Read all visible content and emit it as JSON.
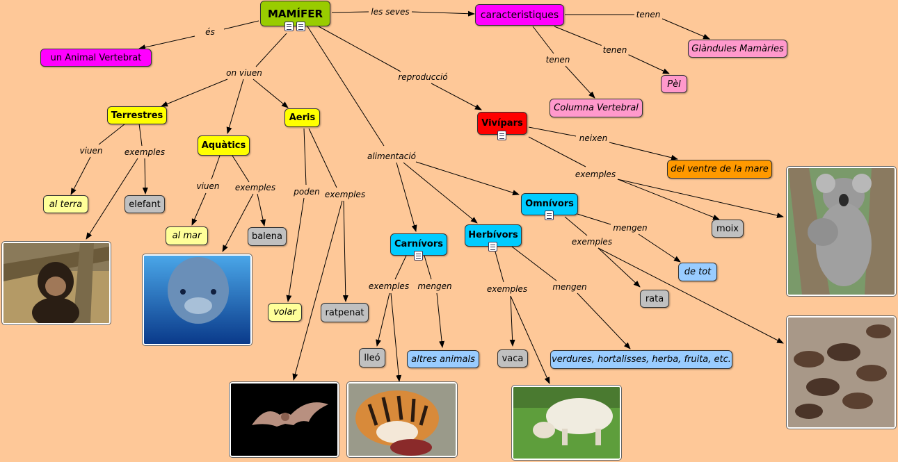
{
  "colors": {
    "background": "#fec898",
    "root": "#99cc00",
    "magenta": "#ff00ff",
    "pink": "#ff99cc",
    "yellow": "#ffff00",
    "pale_yellow": "#ffff99",
    "gray": "#c0c0c0",
    "cyan": "#00ccff",
    "light_blue": "#99ccff",
    "red": "#ff0000",
    "orange": "#ff9900"
  },
  "nodes": {
    "mamifer": "MAMÍFER",
    "vertebrat": "un Animal Vertebrat",
    "caracteristiques": "caracteristiques",
    "glandules": "Glàndules Mamàries",
    "pel": "Pèl",
    "columna": "Columna Vertebral",
    "terrestres": "Terrestres",
    "aquatics": "Aquàtics",
    "aeris": "Aeris",
    "al_terra": "al terra",
    "elefant": "elefant",
    "al_mar": "al mar",
    "balena": "balena",
    "volar": "volar",
    "ratpenat": "ratpenat",
    "vivipars": "Vivípars",
    "ventre": "del ventre de la mare",
    "omnivors": "Omnívors",
    "moix": "moix",
    "de_tot": "de tot",
    "rata": "rata",
    "carnivors": "Carnívors",
    "herbivors": "Herbívors",
    "lleo": "lleó",
    "altres": "altres animals",
    "vaca": "vaca",
    "verdures": "verdures, hortalisses, herba, fruita, etc."
  },
  "links": {
    "es": "és",
    "les_seves": "les seves",
    "tenen_1": "tenen",
    "tenen_2": "tenen",
    "tenen_3": "tenen",
    "on_viuen": "on viuen",
    "reproduccio": "reproducció",
    "alimentacio": "alimentació",
    "viuen_1": "viuen",
    "exemples_1": "exemples",
    "viuen_2": "viuen",
    "exemples_2": "exemples",
    "poden": "poden",
    "exemples_3": "exemples",
    "neixen": "neixen",
    "exemples_4": "exemples",
    "mengen_1": "mengen",
    "exemples_5": "exemples",
    "exemples_6": "exemples",
    "mengen_2": "mengen",
    "exemples_7": "exemples",
    "mengen_3": "mengen"
  },
  "images": {
    "chimp": "chimpanzee-photo",
    "dolphin": "dolphin-photo",
    "bat": "bat-photo",
    "tiger": "tiger-photo",
    "sheep": "sheep-photo",
    "koala": "koala-photo",
    "rats": "rats-photo"
  }
}
